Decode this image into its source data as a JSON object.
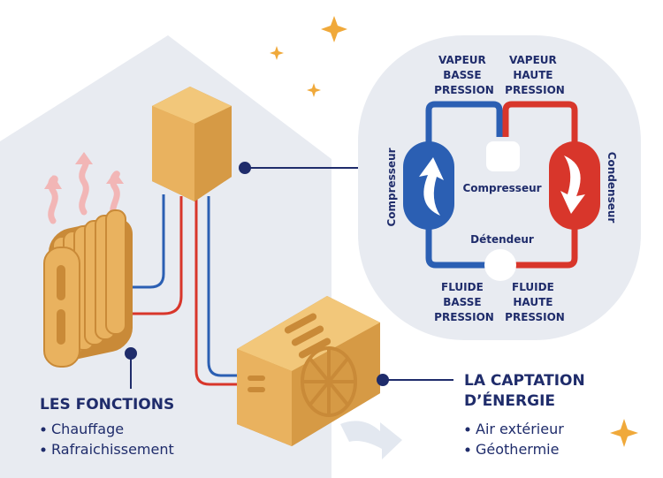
{
  "diagram": {
    "colors": {
      "navy": "#1f2c6b",
      "blue": "#2b5fb3",
      "red": "#d8362b",
      "gold": "#e9b25f",
      "house": "#e8ebf1",
      "star": "#f0a93a",
      "heat": "#f2b6b6"
    },
    "cycle": {
      "top_left": [
        "VAPEUR",
        "BASSE",
        "PRESSION"
      ],
      "top_right": [
        "VAPEUR",
        "HAUTE",
        "PRESSION"
      ],
      "bottom_left": [
        "FLUIDE",
        "BASSE",
        "PRESSION"
      ],
      "bottom_right": [
        "FLUIDE",
        "HAUTE",
        "PRESSION"
      ],
      "left_vertical": "Compresseur",
      "right_vertical": "Condenseur",
      "center_top": "Compresseur",
      "center_bottom": "Détendeur"
    },
    "functions": {
      "title": "LES FONCTIONS",
      "items": [
        "Chauffage",
        "Rafraichissement"
      ]
    },
    "capture": {
      "title_line1": "LA CAPTATION",
      "title_line2": "D’ÉNERGIE",
      "items": [
        "Air extérieur",
        "Géothermie"
      ]
    }
  }
}
